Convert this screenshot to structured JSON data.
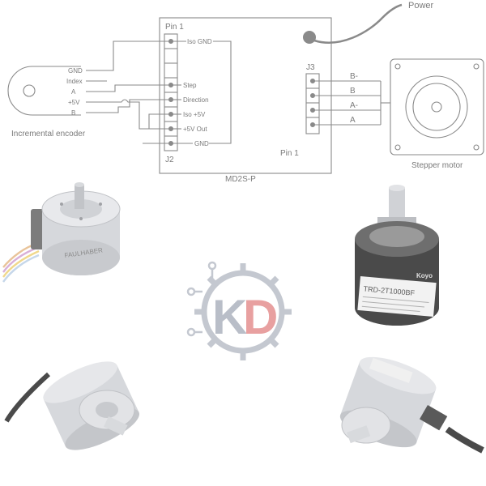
{
  "diagram": {
    "power_label": "Power",
    "encoder": {
      "caption": "Incremental encoder",
      "pins": [
        "GND",
        "Index",
        "A",
        "+5V",
        "B"
      ]
    },
    "driver": {
      "name": "MD2S-P",
      "j2": {
        "header": "Pin 1",
        "label": "J2",
        "pins": [
          "Iso GND",
          "Step",
          "Direction",
          "Iso +5V",
          "+5V Out",
          "GND"
        ]
      },
      "j3": {
        "label": "J3",
        "pin1": "Pin 1",
        "pins": [
          "B-",
          "B",
          "A-",
          "A"
        ]
      }
    },
    "motor": {
      "caption": "Stepper motor"
    }
  },
  "products": {
    "faulhaber": {
      "brand": "FAULHABER"
    },
    "koyo": {
      "brand": "Koyo",
      "model": "TRD-2T1000BF"
    }
  },
  "logo": {
    "letters": "KD",
    "colors": {
      "k": "#b9bec8",
      "d": "#e8a0a0",
      "gear": "#c4c8d0"
    }
  },
  "colors": {
    "line": "#8a8a8a",
    "text": "#7a7a7a",
    "product_body": "#d6d8dc",
    "product_dark": "#4a4a4a"
  }
}
